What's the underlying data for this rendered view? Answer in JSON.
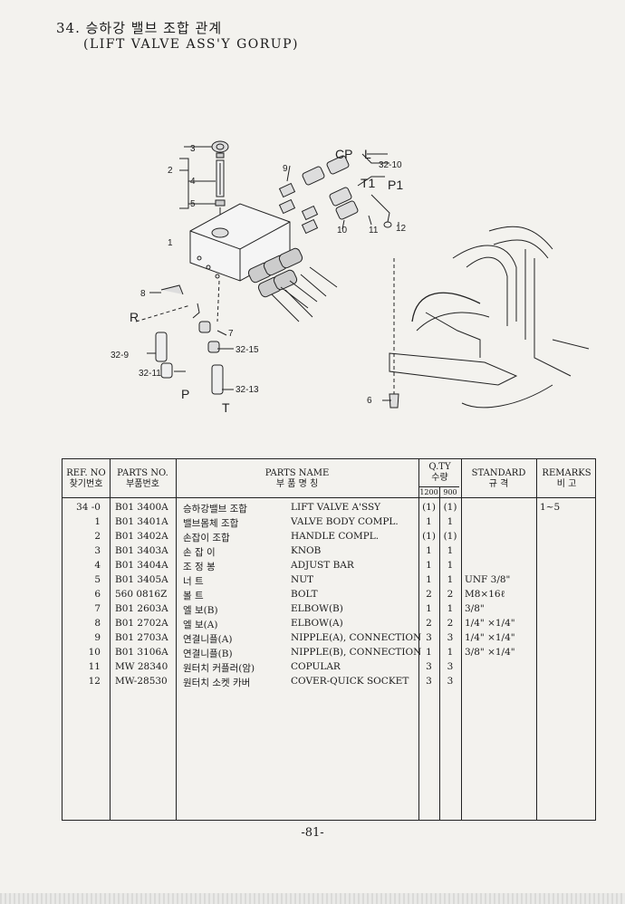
{
  "title": {
    "line1": "34. 승하강 밸브 조합 관계",
    "line2": "(LIFT VALVE ASS'Y GORUP)"
  },
  "diagram": {
    "callouts": [
      "3",
      "2",
      "4",
      "5",
      "1",
      "8",
      "R",
      "32-9",
      "32-11",
      "P",
      "7",
      "32-15",
      "32-13",
      "T",
      "9",
      "CP",
      "L",
      "32-10",
      "T1",
      "P1",
      "10",
      "11",
      "12",
      "6"
    ]
  },
  "table": {
    "headers": {
      "ref_no": "REF. NO",
      "ref_no_kr": "찾기번호",
      "parts_no": "PARTS NO.",
      "parts_no_kr": "부품번호",
      "parts_name": "PARTS NAME",
      "parts_name_kr": "부 품 명 칭",
      "qty": "Q.TY",
      "qty_kr": "수량",
      "qty_1200": "1200",
      "qty_900": "900",
      "standard": "STANDARD",
      "standard_kr": "규 격",
      "remarks": "REMARKS",
      "remarks_kr": "비 고"
    },
    "rows": [
      {
        "ref": "34 -0",
        "part": "B01 3400A",
        "kr": "승하강밸브 조합",
        "en": "LIFT VALVE A'SSY",
        "q1200": "(1)",
        "q900": "(1)",
        "std": "",
        "rem": "1~5"
      },
      {
        "ref": "1",
        "part": "B01 3401A",
        "kr": "밸브몸체 조합",
        "en": "VALVE BODY COMPL.",
        "q1200": "1",
        "q900": "1",
        "std": "",
        "rem": ""
      },
      {
        "ref": "2",
        "part": "B01 3402A",
        "kr": "손잡이 조합",
        "en": "HANDLE COMPL.",
        "q1200": "(1)",
        "q900": "(1)",
        "std": "",
        "rem": ""
      },
      {
        "ref": "3",
        "part": "B01 3403A",
        "kr": "손 잡 이",
        "en": "KNOB",
        "q1200": "1",
        "q900": "1",
        "std": "",
        "rem": ""
      },
      {
        "ref": "4",
        "part": "B01 3404A",
        "kr": "조 정 봉",
        "en": "ADJUST BAR",
        "q1200": "1",
        "q900": "1",
        "std": "",
        "rem": ""
      },
      {
        "ref": "5",
        "part": "B01 3405A",
        "kr": "너   트",
        "en": "NUT",
        "q1200": "1",
        "q900": "1",
        "std": "UNF 3/8\"",
        "rem": ""
      },
      {
        "ref": "6",
        "part": "560 0816Z",
        "kr": "볼   트",
        "en": "BOLT",
        "q1200": "2",
        "q900": "2",
        "std": "M8×16ℓ",
        "rem": ""
      },
      {
        "ref": "7",
        "part": "B01 2603A",
        "kr": "엘   보(B)",
        "en": "ELBOW(B)",
        "q1200": "1",
        "q900": "1",
        "std": "3/8\"",
        "rem": ""
      },
      {
        "ref": "8",
        "part": "B01 2702A",
        "kr": "엘   보(A)",
        "en": "ELBOW(A)",
        "q1200": "2",
        "q900": "2",
        "std": "1/4\" ×1/4\"",
        "rem": ""
      },
      {
        "ref": "9",
        "part": "B01 2703A",
        "kr": "연결니플(A)",
        "en": "NIPPLE(A), CONNECTION",
        "q1200": "3",
        "q900": "3",
        "std": "1/4\" ×1/4\"",
        "rem": ""
      },
      {
        "ref": "10",
        "part": "B01 3106A",
        "kr": "연결니플(B)",
        "en": "NIPPLE(B), CONNECTION",
        "q1200": "1",
        "q900": "1",
        "std": "3/8\" ×1/4\"",
        "rem": ""
      },
      {
        "ref": "11",
        "part": "MW 28340",
        "kr": "원터치 커플러(암)",
        "en": "COPULAR",
        "q1200": "3",
        "q900": "3",
        "std": "",
        "rem": ""
      },
      {
        "ref": "12",
        "part": "MW-28530",
        "kr": "원터치 소켓 카버",
        "en": "COVER-QUICK SOCKET",
        "q1200": "3",
        "q900": "3",
        "std": "",
        "rem": ""
      }
    ]
  },
  "page_number": "-81-"
}
